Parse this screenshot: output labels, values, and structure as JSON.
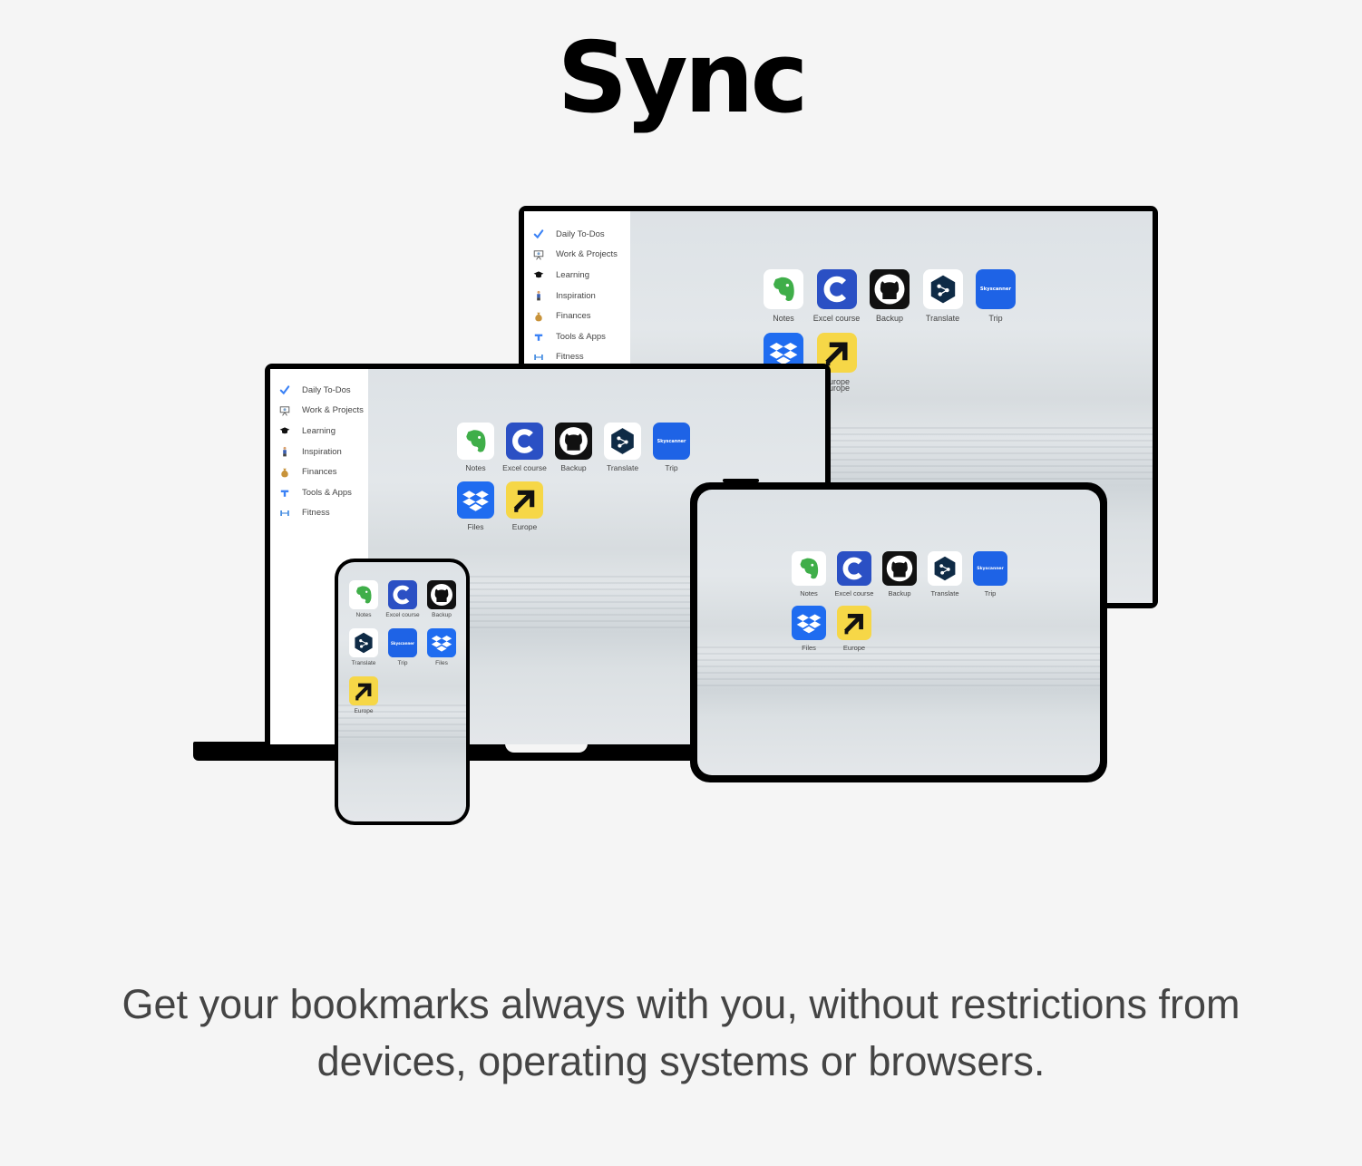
{
  "title": "Sync",
  "tagline": "Get your bookmarks always with you, without restrictions from devices, operating systems or browsers.",
  "sidebar": {
    "items": [
      {
        "label": "Daily To-Dos",
        "icon": "check-icon"
      },
      {
        "label": "Work & Projects",
        "icon": "presentation-icon"
      },
      {
        "label": "Learning",
        "icon": "graduation-cap-icon"
      },
      {
        "label": "Inspiration",
        "icon": "person-icon"
      },
      {
        "label": "Finances",
        "icon": "money-bag-icon"
      },
      {
        "label": "Tools & Apps",
        "icon": "toolbox-icon"
      },
      {
        "label": "Fitness",
        "icon": "dumbbell-icon"
      }
    ]
  },
  "apps": [
    {
      "label": "Notes",
      "icon": "evernote-elephant-icon"
    },
    {
      "label": "Excel course",
      "icon": "c-logo-icon"
    },
    {
      "label": "Backup",
      "icon": "github-octocat-icon"
    },
    {
      "label": "Translate",
      "icon": "deepl-icon"
    },
    {
      "label": "Trip",
      "icon": "skyscanner-icon",
      "logo_text": "Skyscanner"
    },
    {
      "label": "Files",
      "icon": "dropbox-icon"
    },
    {
      "label": "Europe",
      "icon": "arrow-up-right-icon"
    }
  ],
  "monitor_partial_label": "urope",
  "colors": {
    "background": "#f5f5f5",
    "device_frame": "#000000",
    "excel_blue": "#2b50c4",
    "skyscanner_blue": "#1e63e6",
    "dropbox_blue": "#1f6cf0",
    "europe_yellow": "#f6d747",
    "evernote_green": "#3fae49",
    "check_blue": "#3b82f6"
  }
}
